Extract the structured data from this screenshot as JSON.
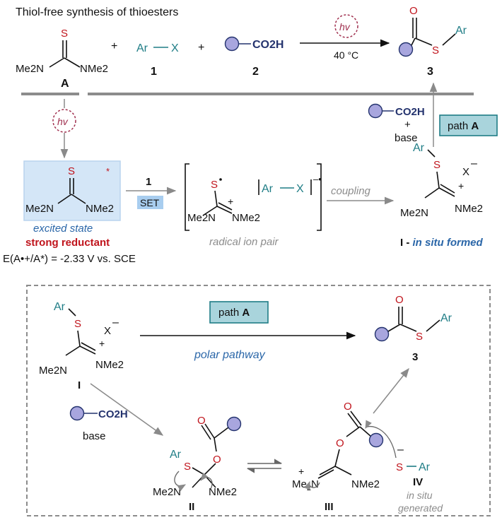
{
  "title": "Thiol-free synthesis of thioesters",
  "colors": {
    "sulfur": "#c0141c",
    "aryl": "#1f7d86",
    "acid": "#24336e",
    "ball_fill": "#a8a6de",
    "italic_note": "#2a66a8",
    "gray": "#8c8c8c",
    "path_box": "#a9d4dc",
    "excited_box": "#d4e6f7",
    "hv": "#a0304f"
  },
  "reaction": {
    "hv": "hv",
    "temp": "40 °C",
    "plus": "+",
    "reagent_A_label": "A",
    "reagent_1_label": "1",
    "reagent_2_label": "2",
    "product_label": "3",
    "me2n": "Me2N",
    "nme2": "NMe2",
    "ar": "Ar",
    "x": "X",
    "co2h": "CO2H",
    "s": "S",
    "o": "O"
  },
  "mechanism": {
    "excited_state": "excited state",
    "strong_reductant": "strong reductant",
    "potential": "E(A•+/A*) = -2.33 V vs. SCE",
    "arrow_1_label": "1",
    "set_label": "SET",
    "radical_ion_pair": "radical ion pair",
    "coupling": "coupling",
    "intermediate_I_label": "I - in situ formed",
    "path_A": "path A",
    "co2h_base_plus": "+",
    "base": "base"
  },
  "polar_box": {
    "path_A": "path A",
    "polar_pathway": "polar pathway",
    "label_I": "I",
    "label_II": "II",
    "label_III": "III",
    "label_IV": "IV",
    "label_3": "3",
    "base": "base",
    "in_situ": "in situ",
    "generated": "generated"
  }
}
